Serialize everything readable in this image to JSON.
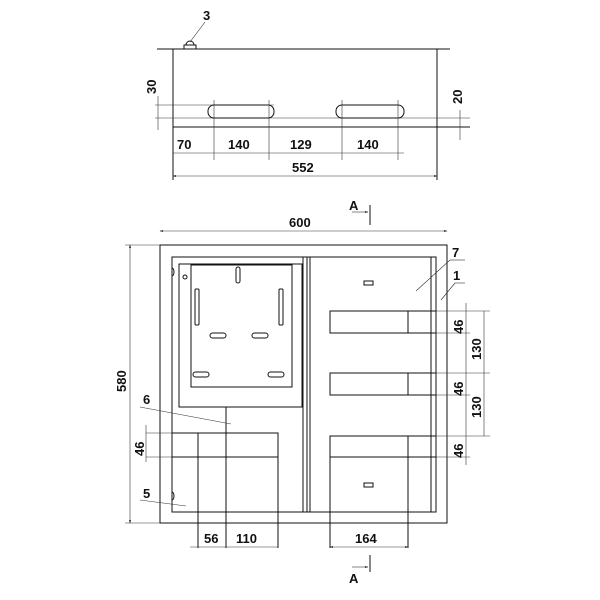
{
  "top_view": {
    "callout": "3",
    "dims": {
      "d30": "30",
      "d20": "20",
      "d70": "70",
      "d140a": "140",
      "d129": "129",
      "d140b": "140",
      "d552": "552"
    }
  },
  "front_view": {
    "section_label_top": "A",
    "section_label_bottom": "A",
    "callouts": {
      "c7": "7",
      "c1": "1",
      "c6": "6",
      "c5": "5"
    },
    "dims": {
      "d600": "600",
      "d580": "580",
      "d46a": "46",
      "d130a": "130",
      "d46b": "46",
      "d130b": "130",
      "d46c": "46",
      "d46left": "46",
      "d56": "56",
      "d110": "110",
      "d164": "164"
    }
  }
}
